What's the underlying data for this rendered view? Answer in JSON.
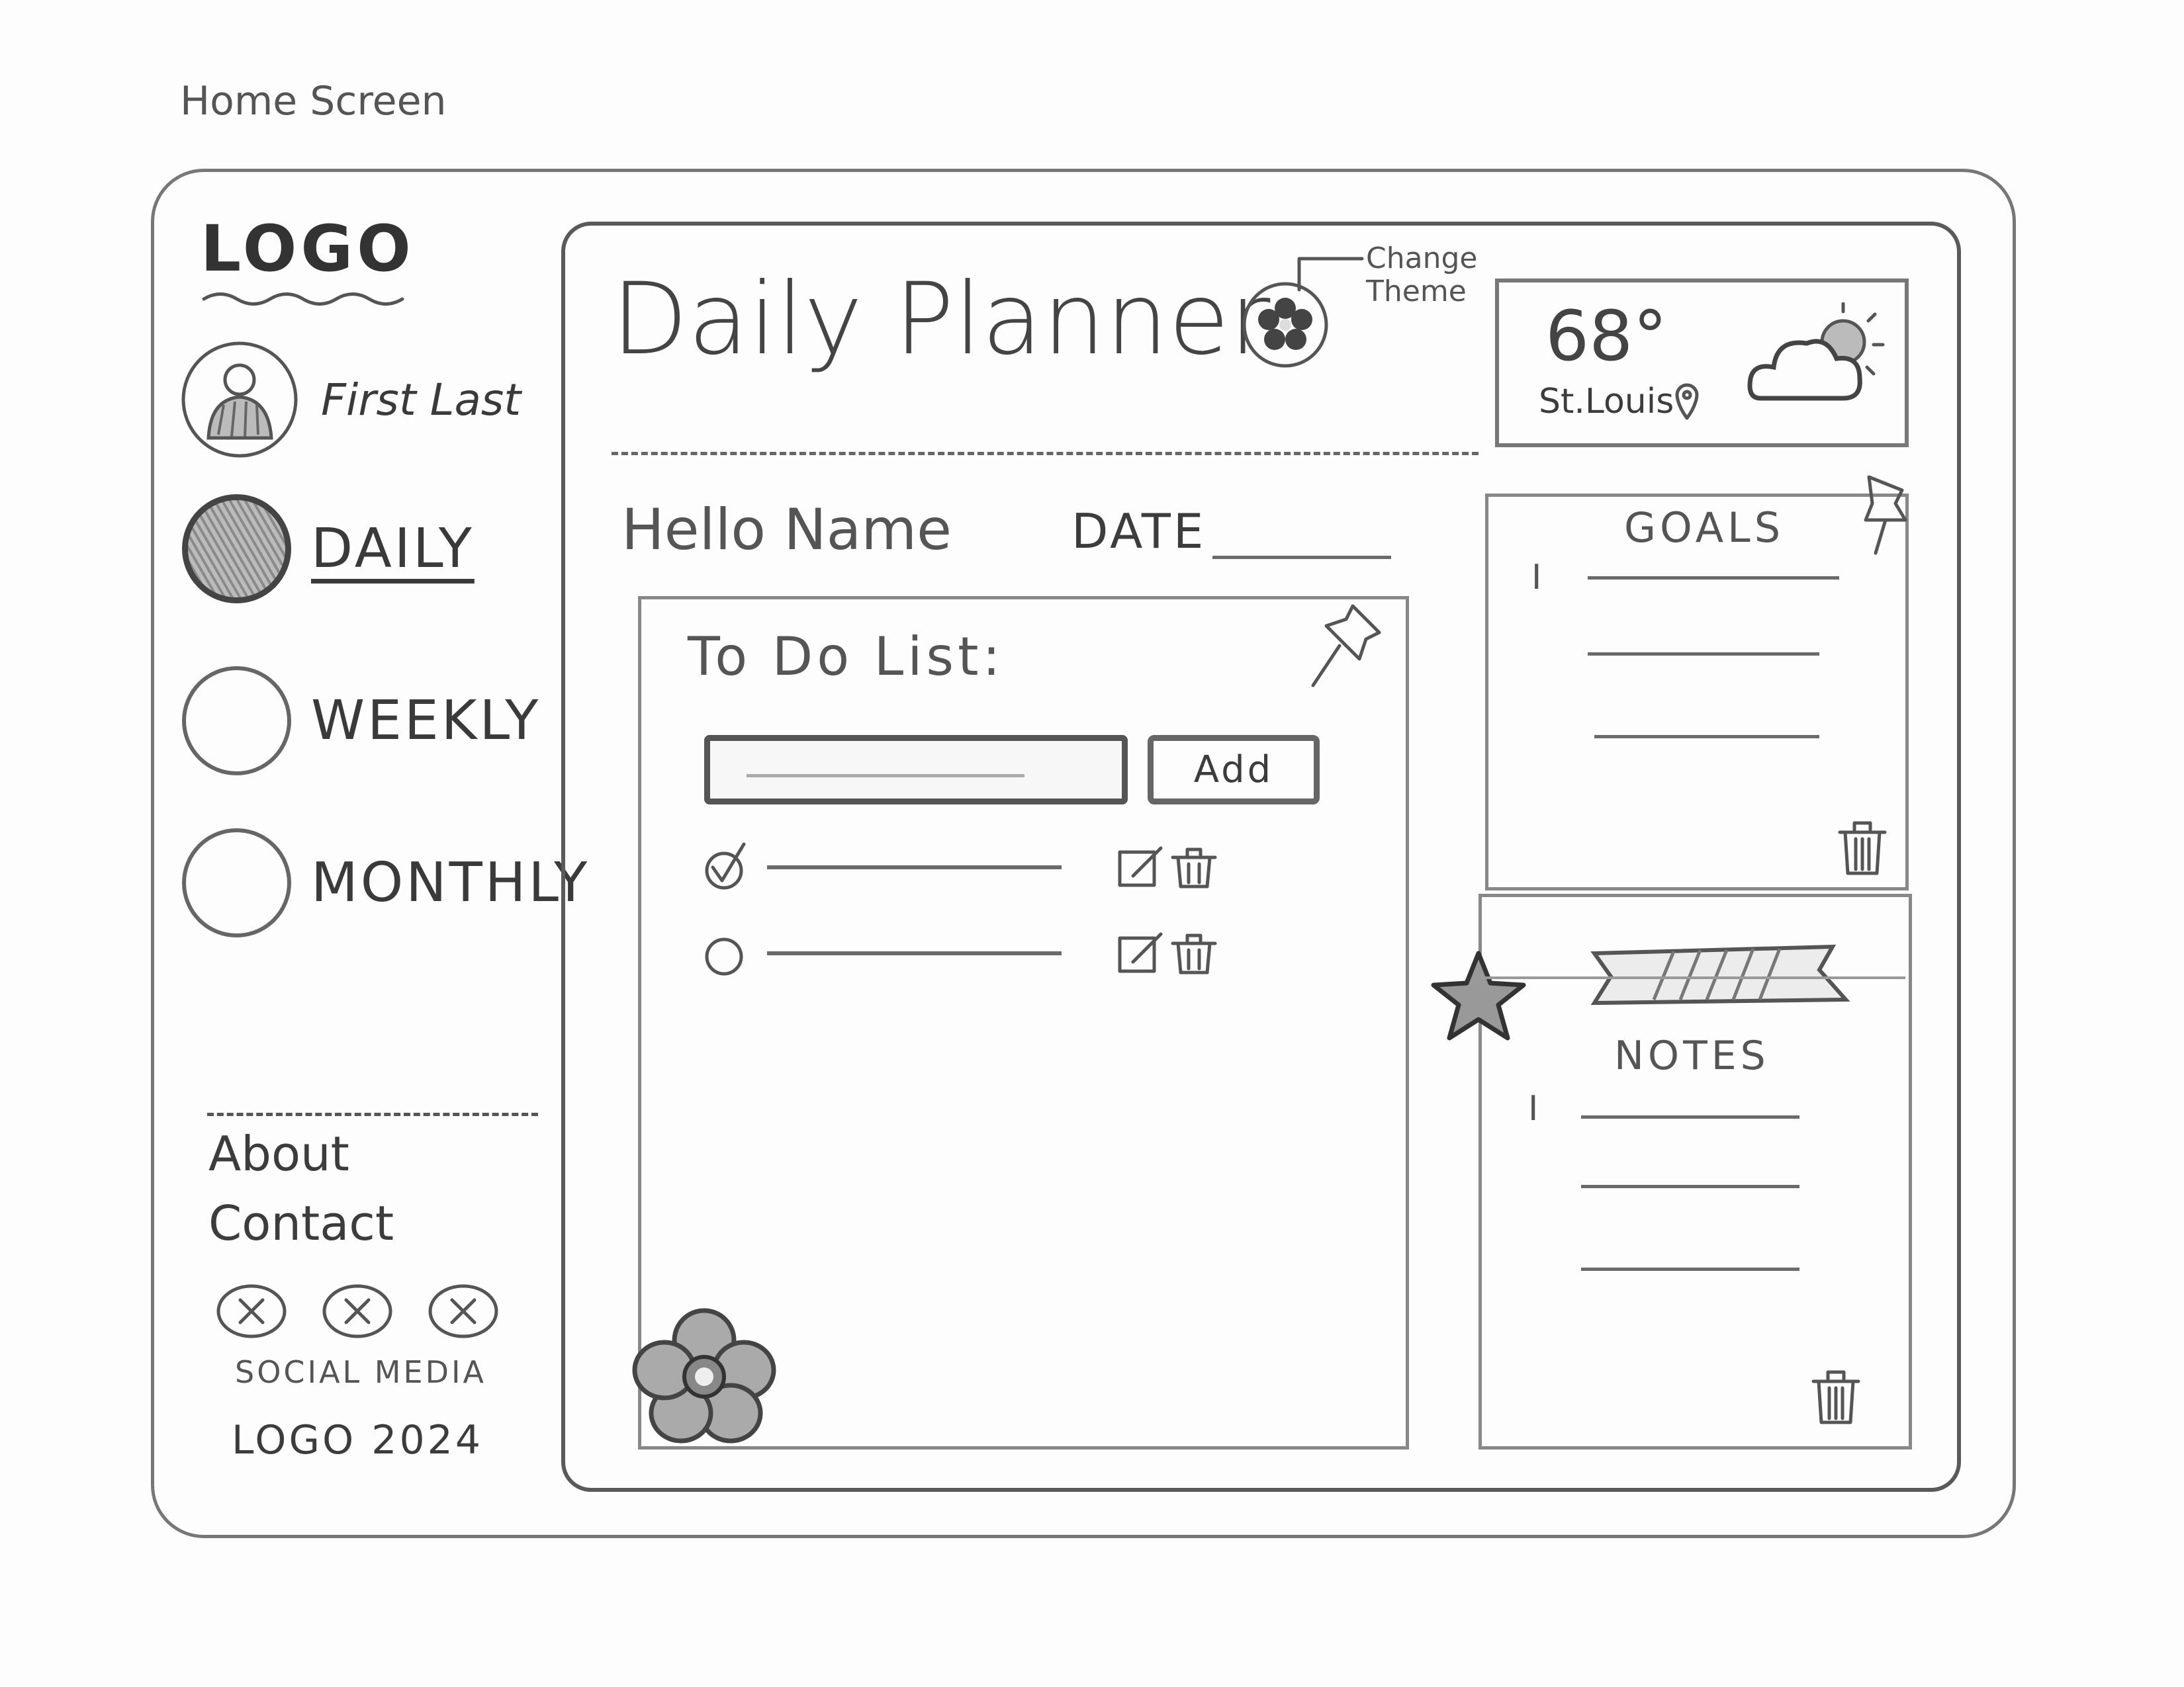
{
  "page_caption": "Home Screen",
  "sidebar": {
    "logo": "LOGO",
    "user_name": "First Last",
    "nav": [
      {
        "label": "DAILY",
        "active": true
      },
      {
        "label": "WEEKLY",
        "active": false
      },
      {
        "label": "MONTHLY",
        "active": false
      }
    ],
    "links": [
      "About",
      "Contact"
    ],
    "social_label": "SOCIAL MEDIA",
    "social_icons": [
      "social-x-icon",
      "social-x-icon",
      "social-x-icon"
    ],
    "footer": "LOGO 2024"
  },
  "header": {
    "title": "Daily Planner",
    "change_theme_label": "Change Theme",
    "weather": {
      "temperature": "68°",
      "location": "St.Louis",
      "icon": "partly-cloudy-icon"
    }
  },
  "greeting": {
    "hello": "Hello Name",
    "date_label": "DATE"
  },
  "todo": {
    "title": "To Do List:",
    "add_button": "Add",
    "input_value": "",
    "items": [
      {
        "checked": true
      },
      {
        "checked": false
      }
    ]
  },
  "goals": {
    "title": "GOALS",
    "cursor": "I"
  },
  "notes": {
    "title": "NOTES",
    "cursor": "I"
  }
}
